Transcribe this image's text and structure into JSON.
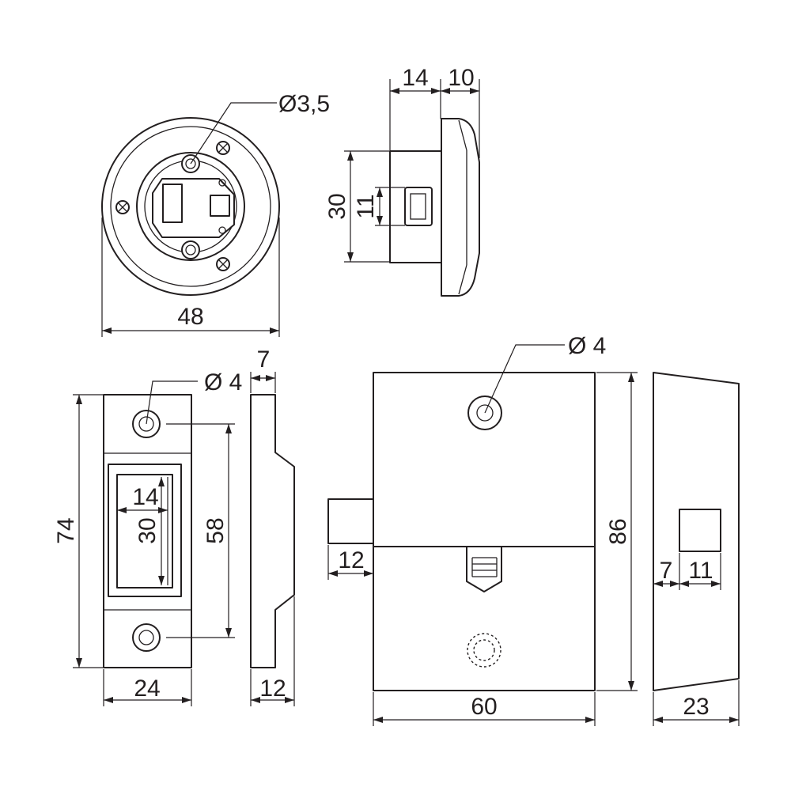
{
  "views": {
    "front_round": {
      "hole_label": "Ø3,5",
      "width_label": "48"
    },
    "side_round": {
      "depth_a_label": "14",
      "depth_b_label": "10",
      "height_label": "30",
      "slot_label": "11"
    },
    "strike_plate": {
      "hole_label": "Ø 4",
      "thickness_top_label": "7",
      "height_label": "74",
      "hole_spacing_label": "58",
      "opening_width_label": "14",
      "opening_height_label": "30",
      "width_label": "24",
      "depth_label": "12"
    },
    "lock_body": {
      "hole_label": "Ø 4",
      "height_label": "86",
      "bolt_label": "12",
      "width_label": "60"
    },
    "lock_side": {
      "offset_label": "7",
      "slot_label": "11",
      "depth_label": "23"
    }
  }
}
